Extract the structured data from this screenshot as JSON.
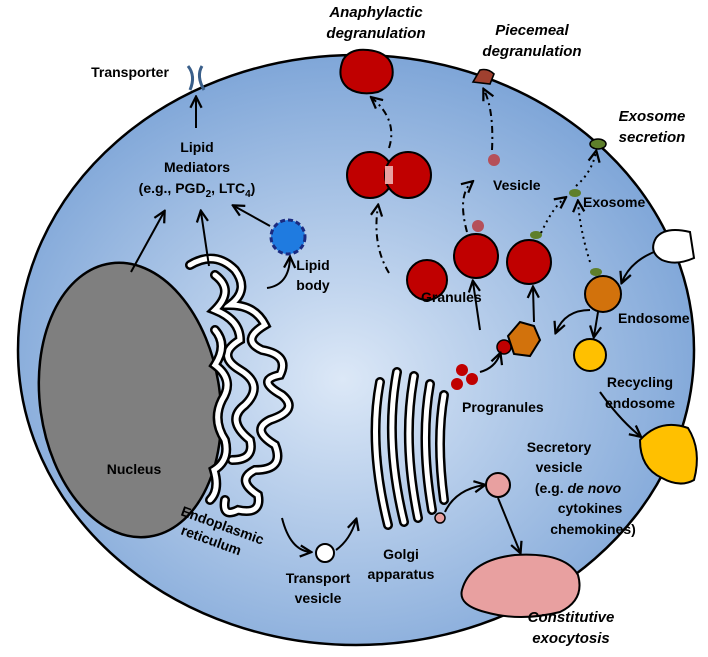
{
  "labels": {
    "anaphylactic_1": "Anaphylactic",
    "anaphylactic_2": "degranulation",
    "piecemeal_1": "Piecemeal",
    "piecemeal_2": "degranulation",
    "exosome_secretion_1": "Exosome",
    "exosome_secretion_2": "secretion",
    "transporter": "Transporter",
    "lipid_1": "Lipid",
    "lipid_2": "Mediators",
    "lipid_3_a": "(e.g., PGD",
    "lipid_3_sub1": "2",
    "lipid_3_b": ", LTC",
    "lipid_3_sub2": "4",
    "lipid_3_c": ")",
    "lipid_body_1": "Lipid",
    "lipid_body_2": "body",
    "vesicle": "Vesicle",
    "exosome": "Exosome",
    "granules": "Granules",
    "endosome": "Endosome",
    "progranules": "Progranules",
    "recycling_1": "Recycling",
    "recycling_2": "endosome",
    "nucleus": "Nucleus",
    "er_1": "Endoplasmic",
    "er_2": "reticulum",
    "transport_1": "Transport",
    "transport_2": "vesicle",
    "golgi_1": "Golgi",
    "golgi_2": "apparatus",
    "secretory_1": "Secretory",
    "secretory_2": "vesicle",
    "secretory_3_a": "(e.g. ",
    "secretory_3_b": "de novo",
    "secretory_4": "cytokines",
    "secretory_5": "chemokines)",
    "constitutive_1": "Constitutive",
    "constitutive_2": "exocytosis"
  },
  "colors": {
    "cell_fill": "#8fb3e0",
    "cell_center": "#dce8f7",
    "nucleus": "#7f7f7f",
    "granule": "#c00000",
    "small_vesicle": "#b5505a",
    "exosome": "#5e7f2b",
    "endosome": "#d2720c",
    "recycling": "#ffc000",
    "lipid_body": "#1f7be0",
    "secretory": "#e8a0a0",
    "transporter": "#3a5f8a"
  }
}
